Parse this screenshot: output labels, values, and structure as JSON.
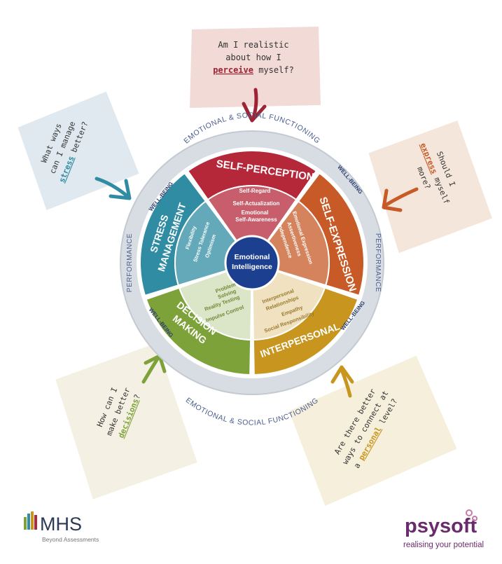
{
  "center": {
    "line1": "Emotional",
    "line2": "Intelligence"
  },
  "ring": {
    "top_label": "EMOTIONAL & SOCIAL FUNCTIONING",
    "bottom_label": "EMOTIONAL & SOCIAL FUNCTIONING",
    "left_label": "PERFORMANCE",
    "right_label": "PERFORMANCE",
    "wellbeing_tl": "WELL-BEING",
    "wellbeing_tr": "WELL-BEING",
    "wellbeing_bl": "WELL-BEING",
    "wellbeing_br": "WELL-BEING"
  },
  "composites": [
    {
      "title": "SELF-PERCEPTION",
      "color": "#b5283a",
      "skills": [
        "Self-Regard",
        "Self-Actualization",
        "Emotional",
        "Self-Awareness"
      ]
    },
    {
      "title": "SELF-EXPRESSION",
      "color": "#c75a26",
      "skills": [
        "Emotional Expression",
        "Assertiveness",
        "Independence"
      ]
    },
    {
      "title": "INTERPERSONAL",
      "color": "#c8961f",
      "skills": [
        "Interpersonal",
        "Relationships",
        "Empathy",
        "Social Responsibility"
      ]
    },
    {
      "title_line1": "DECISION",
      "title_line2": "MAKING",
      "color": "#7ea23a",
      "skills": [
        "Problem",
        "Solving",
        "Reality Testing",
        "Impulse Control"
      ]
    },
    {
      "title_line1": "STRESS",
      "title_line2": "MANAGEMENT",
      "color": "#2f8ca3",
      "skills": [
        "Flexibility",
        "Stress Tolerance",
        "Optimism"
      ]
    }
  ],
  "notes": {
    "top": {
      "line1": "Am I realistic",
      "line2": "about how I",
      "keyword": "perceive",
      "line3_rest": "myself?",
      "color": "#a02334"
    },
    "left": {
      "line1": "What ways",
      "line2": "can I manage",
      "keyword": "stress",
      "line3_rest": "better?",
      "color": "#2f8ca3"
    },
    "right": {
      "line1": "Should I",
      "keyword": "express",
      "line2_rest": "myself",
      "line3": "more?",
      "color": "#c75a26"
    },
    "bottom_left": {
      "line1": "How can I",
      "line2": "make better",
      "keyword": "decisions",
      "line3_rest": "?",
      "color": "#7ea23a"
    },
    "bottom_right": {
      "line1": "Are there better",
      "line2": "ways to connect at",
      "line3_pre": "a",
      "keyword": "personal",
      "line3_rest": "level?",
      "color": "#c8961f"
    }
  },
  "logos": {
    "mhs_name": "MHS",
    "mhs_tagline": "Beyond Assessments",
    "psysoft_name": "psysoft",
    "psysoft_tagline": "realising your potential"
  }
}
